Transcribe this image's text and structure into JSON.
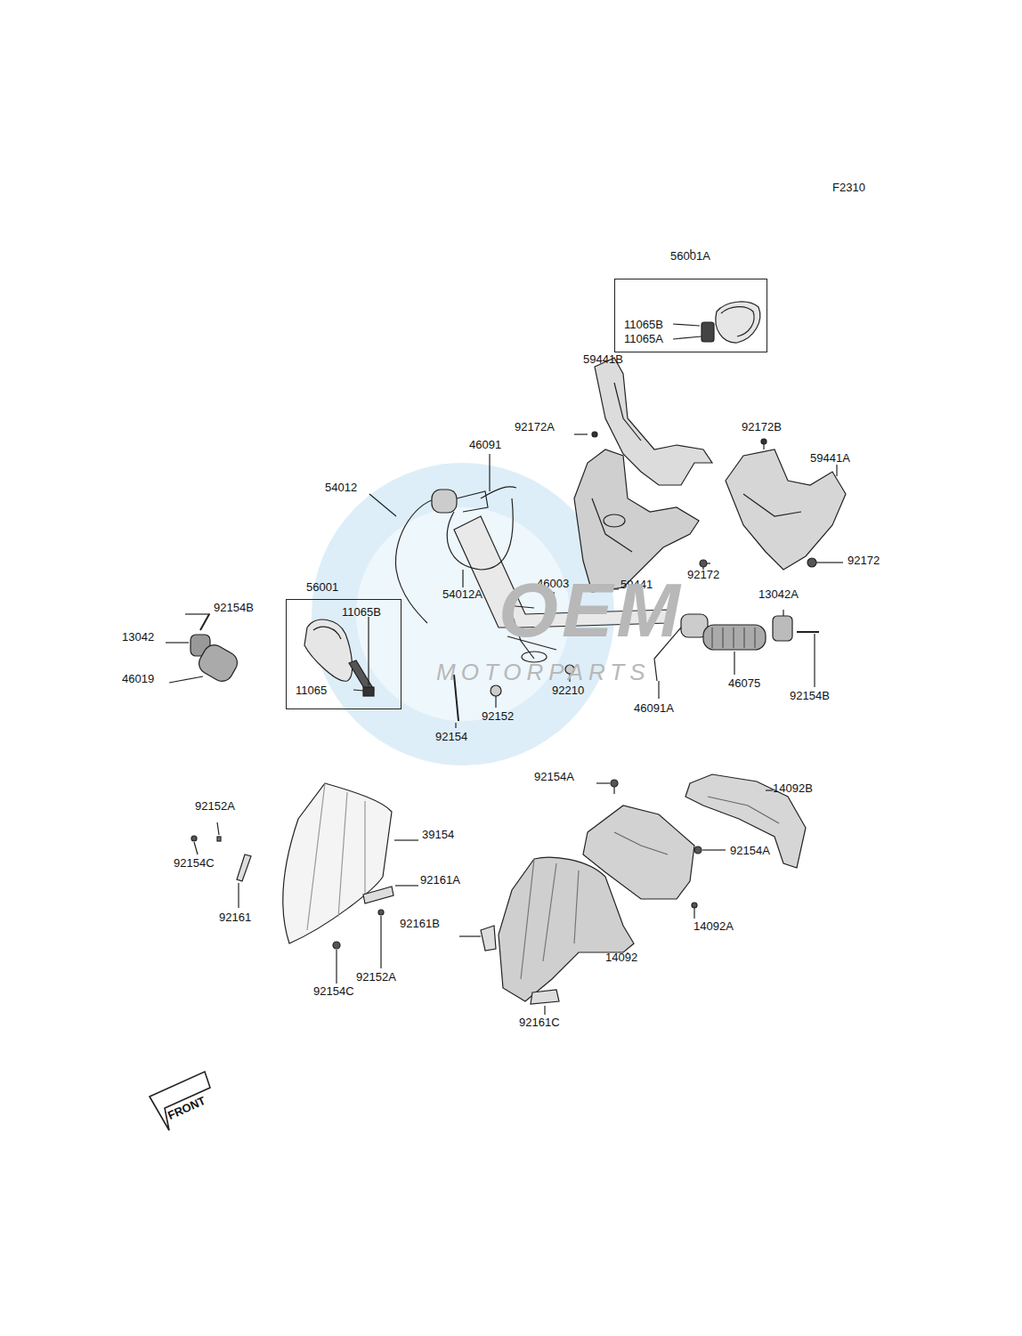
{
  "diagram": {
    "nodes": [
      {
        "text": [
          "56001A",
          "11065B",
          "11065A"
        ]
      },
      {
        "text": [
          "56001",
          "11065B",
          "11065"
        ]
      }
    ],
    "labels": [
      "F2310",
      "59441B",
      "92172A",
      "46091",
      "92172B",
      "59441A",
      "54012",
      "92172",
      "92172",
      "54012A",
      "46003",
      "59441",
      "13042A",
      "92154B",
      "13042",
      "46019",
      "92210",
      "92152",
      "46091A",
      "46075",
      "92154B",
      "92154",
      "92154A",
      "14092B",
      "92152A",
      "39154",
      "92154A",
      "92154C",
      "92161",
      "14092A",
      "92161A",
      "92161B",
      "14092",
      "92154C",
      "92152A",
      "92161C",
      "FRONT",
      "OEM",
      "MOTORPARTS"
    ]
  }
}
